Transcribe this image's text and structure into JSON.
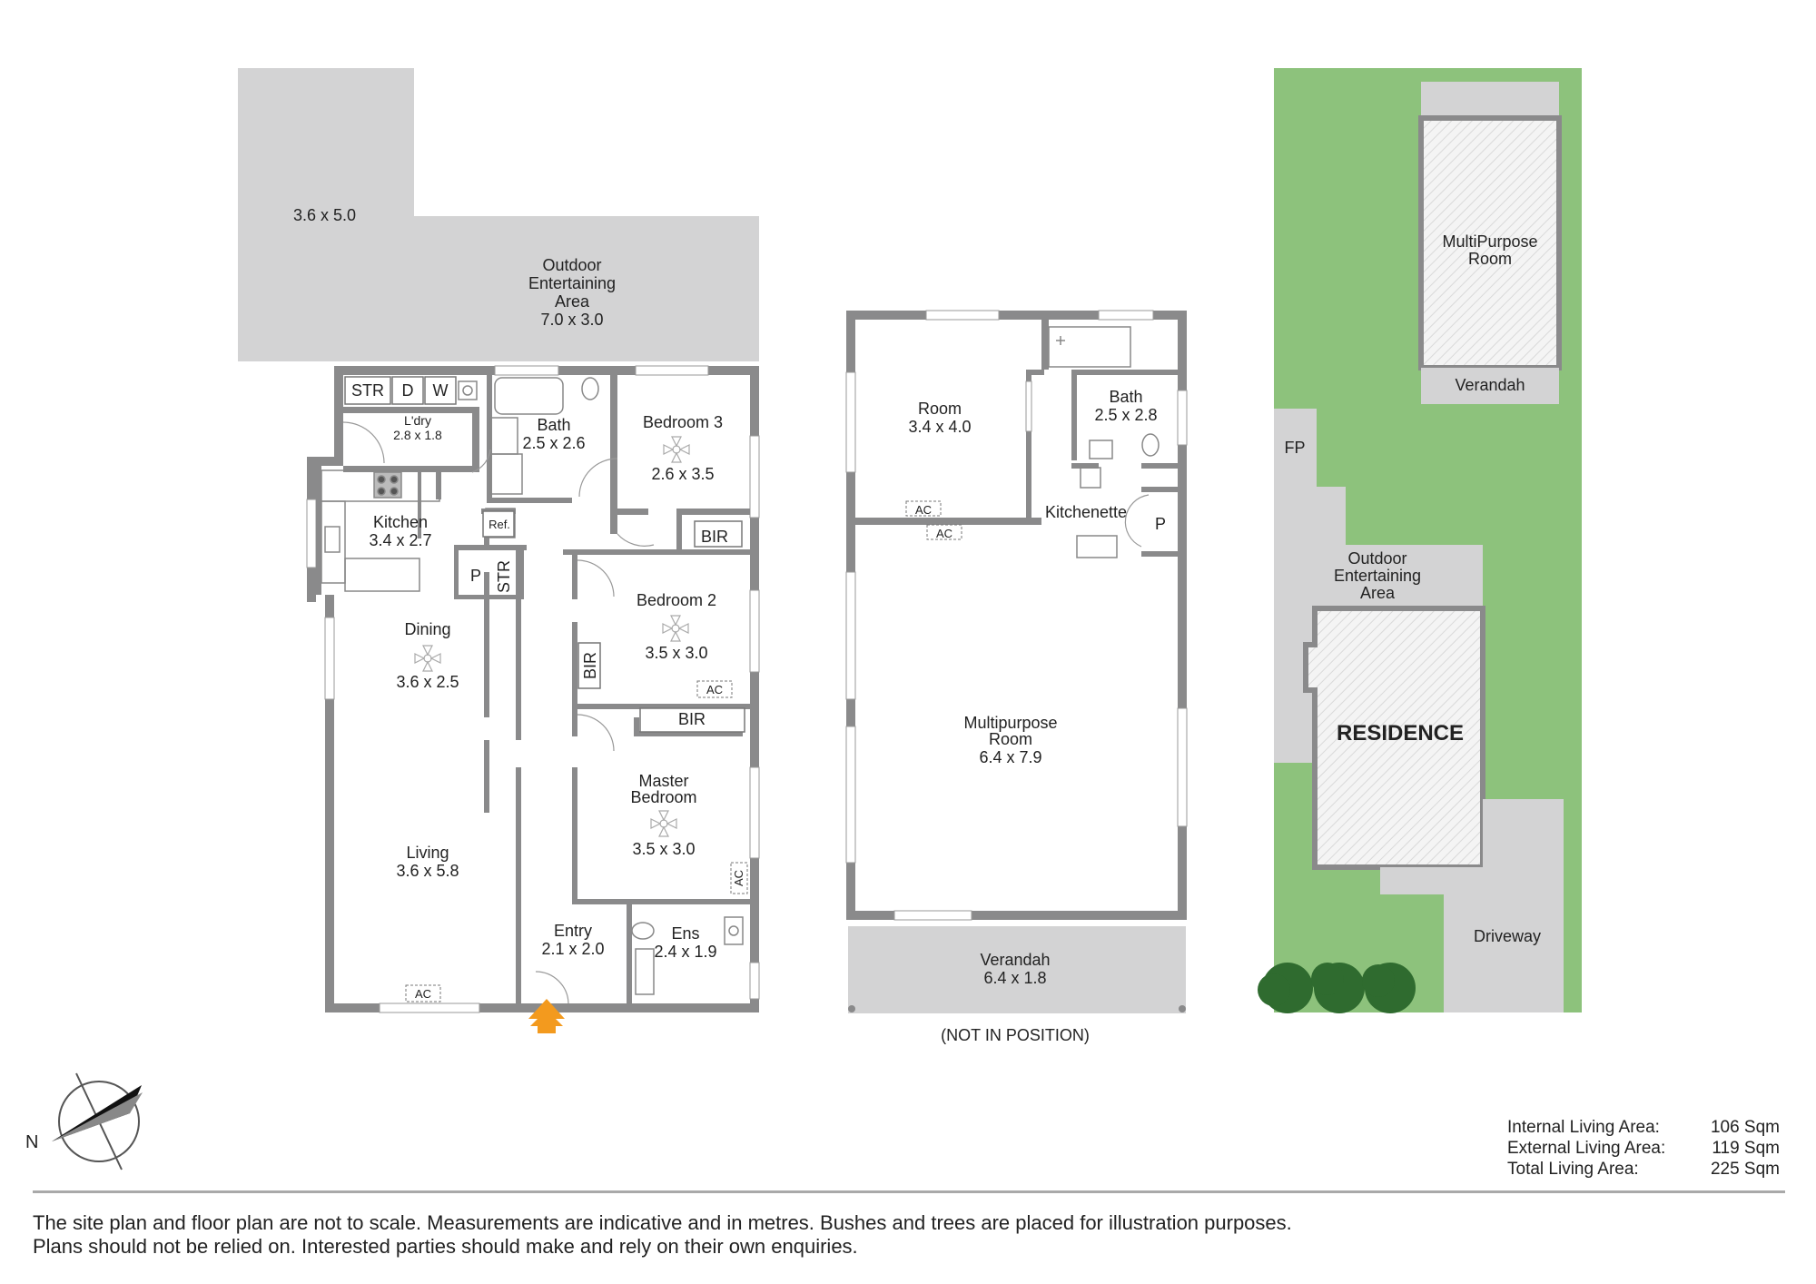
{
  "main_plan": {
    "rooms": {
      "outdoor_small": {
        "dim": "3.6 x 5.0"
      },
      "outdoor": {
        "name": [
          "Outdoor",
          "Entertaining",
          "Area"
        ],
        "dim": "7.0 x 3.0"
      },
      "laundry": {
        "name": "L'dry",
        "dim": "2.8 x 1.8",
        "str": "STR",
        "d": "D",
        "w": "W"
      },
      "bath": {
        "name": "Bath",
        "dim": "2.5 x 2.6"
      },
      "bedroom3": {
        "name": "Bedroom 3",
        "dim": "2.6 x 3.5",
        "bir": "BIR"
      },
      "kitchen": {
        "name": "Kitchen",
        "dim": "3.4 x 2.7",
        "ref": "Ref.",
        "p": "P",
        "str": "STR"
      },
      "bedroom2": {
        "name": "Bedroom 2",
        "dim": "3.5 x 3.0",
        "bir": "BIR",
        "ac": "AC"
      },
      "dining": {
        "name": "Dining",
        "dim": "3.6 x 2.5"
      },
      "master": {
        "name": [
          "Master",
          "Bedroom"
        ],
        "dim": "3.5 x 3.0",
        "bir": "BIR",
        "ac": "AC"
      },
      "living": {
        "name": "Living",
        "dim": "3.6 x 5.8",
        "ac": "AC"
      },
      "entry": {
        "name": "Entry",
        "dim": "2.1 x 2.0"
      },
      "ensuite": {
        "name": "Ens",
        "dim": "2.4 x 1.9"
      }
    }
  },
  "second_plan": {
    "room": {
      "name": "Room",
      "dim": "3.4 x 4.0",
      "ac": "AC"
    },
    "bath": {
      "name": "Bath",
      "dim": "2.5 x 2.8"
    },
    "kitchenette": {
      "name": "Kitchenette",
      "p": "P",
      "ac": "AC"
    },
    "multipurpose": {
      "name": [
        "Multipurpose",
        "Room"
      ],
      "dim": "6.4 x 7.9"
    },
    "verandah": {
      "name": "Verandah",
      "dim": "6.4 x 1.8"
    },
    "note": "(NOT IN POSITION)"
  },
  "site_plan": {
    "multipurpose": [
      "MultiPurpose",
      "Room"
    ],
    "verandah": "Verandah",
    "fp": "FP",
    "outdoor": [
      "Outdoor",
      "Entertaining",
      "Area"
    ],
    "residence": "RESIDENCE",
    "driveway": "Driveway"
  },
  "compass": {
    "label": "N"
  },
  "areas": [
    {
      "label": "Internal Living Area:",
      "value": "106 Sqm"
    },
    {
      "label": "External Living Area:",
      "value": "119 Sqm"
    },
    {
      "label": "Total Living Area:",
      "value": "225 Sqm"
    }
  ],
  "disclaimer": [
    "The site plan and floor plan are not to scale. Measurements are indicative and in metres. Bushes and trees are placed for illustration purposes.",
    "Plans should not be relied on. Interested parties should make and rely on their own enquiries."
  ],
  "colors": {
    "wall": "#8a8a8b",
    "outdoor": "#d3d3d4",
    "lawn": "#8dc27c",
    "tree": "#2f6b2f",
    "entry_arrow": "#f39a1e"
  }
}
